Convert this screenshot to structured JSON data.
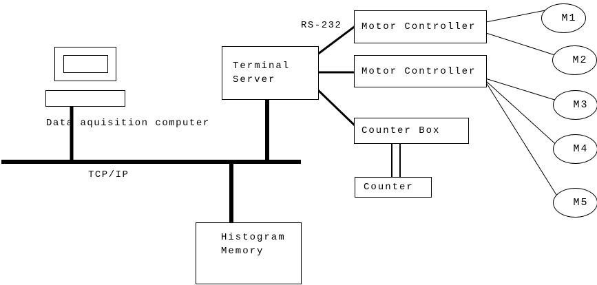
{
  "colors": {
    "background": "#ffffff",
    "stroke": "#000000"
  },
  "nodes": {
    "data_acquisition_computer": {
      "label": "Data aquisition computer"
    },
    "terminal_server": {
      "label": "Terminal\nServer"
    },
    "motor_controller_1": {
      "label": "Motor Controller"
    },
    "motor_controller_2": {
      "label": "Motor Controller"
    },
    "counter_box": {
      "label": "Counter Box"
    },
    "counter": {
      "label": "Counter"
    },
    "histogram_memory": {
      "label": "Histogram\nMemory"
    }
  },
  "motors": [
    "M1",
    "M2",
    "M3",
    "M4",
    "M5"
  ],
  "labels": {
    "bus": "TCP/IP",
    "serial": "RS-232"
  },
  "connections": [
    "data_acquisition_computer - tcp/ip bus",
    "terminal_server - tcp/ip bus",
    "histogram_memory - tcp/ip bus",
    "terminal_server - motor_controller_1 (RS-232)",
    "terminal_server - motor_controller_2",
    "terminal_server - counter_box",
    "motor_controller_1 - M1",
    "motor_controller_1 - M2",
    "motor_controller_2 - M3",
    "motor_controller_2 - M4",
    "motor_controller_2 - M5",
    "counter_box - counter (double line)"
  ]
}
